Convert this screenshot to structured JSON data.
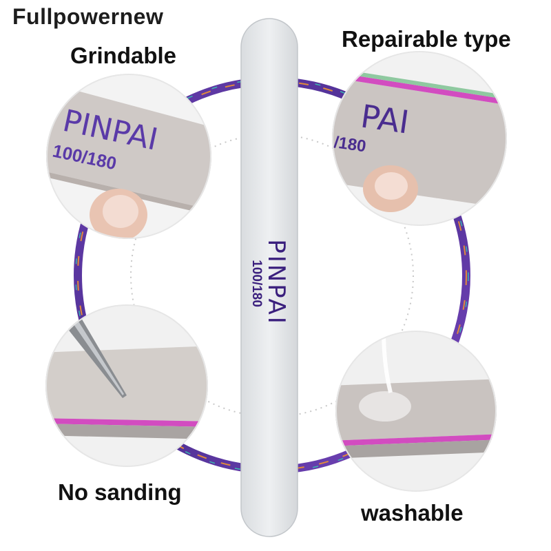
{
  "brand": {
    "name": "Fullpowernew"
  },
  "features": {
    "grindable": "Grindable",
    "repairable": "Repairable type",
    "no_sanding": "No sanding",
    "washable": "washable"
  },
  "nail_file": {
    "brand_mark": "PINPAI",
    "grit": "100/180"
  },
  "detail_circles": {
    "top_left_print": {
      "brand": "PINPAI",
      "grit": "100/180"
    },
    "top_right_print": {
      "brand": "PAI",
      "grit": "/180"
    }
  },
  "colors": {
    "ring_purple": "#5b3a9e",
    "file_surface": "#e6e8ea",
    "print_purple": "#3a1f7d",
    "pink_strip": "#d24cc0"
  }
}
